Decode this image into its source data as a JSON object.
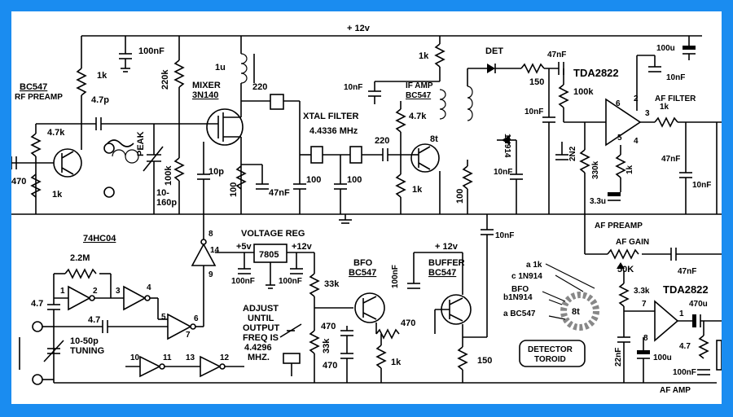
{
  "rails": {
    "supply": "+ 12v"
  },
  "rf_preamp": {
    "transistor": "BC547",
    "title": "RF PREAMP",
    "r1": "4.7k",
    "r2": "1k",
    "r3": "470",
    "c1": "4.7p",
    "rc": "1k"
  },
  "peak": {
    "label": "PEAK",
    "r": "100k",
    "cap": "10-\n160p"
  },
  "mixer": {
    "title": "MIXER",
    "part": "3N140",
    "r_bias": "220k",
    "ind": "1u",
    "c_coup": "220",
    "r_src": "100",
    "c_src": "47nF",
    "c_gate": "10p"
  },
  "decoupling": {
    "c_top": "100nF"
  },
  "xtal_filter": {
    "title": "XTAL FILTER",
    "freq": "4.4336 MHz",
    "c1": "100",
    "c2": "100",
    "c3": "220"
  },
  "if_amp": {
    "title": "IF AMP",
    "part": "BC547",
    "r_top": "1k",
    "c_dec": "10nF",
    "r_b": "4.7k",
    "r_e": "1k",
    "r_ce": "100",
    "turns": "8t"
  },
  "det": {
    "title": "DET",
    "diode": "1N914",
    "r": "150",
    "c1": "47nF",
    "c2": "10nF",
    "c3": "10nF",
    "r2": "100k",
    "c_out": "10nF"
  },
  "tda_top": {
    "title": "TDA2822",
    "cap_big": "100u",
    "cap_small": "10nF",
    "pin6": "6",
    "pin2": "2",
    "pin3": "3",
    "pin5": "5",
    "pin4": "4",
    "c_in": "2N2",
    "r1": "330k",
    "r2": "1k",
    "c_fb": "3.3u",
    "section": "AF PREAMP"
  },
  "af_filter": {
    "title": "AF FILTER",
    "r": "1k",
    "c1": "47nF",
    "c2": "10nF"
  },
  "af_gain": {
    "title": "AF GAIN",
    "pot": "50K",
    "c": "47nF",
    "c_link": "10nF"
  },
  "osc": {
    "chip": "74HC04",
    "r_fb": "2.2M",
    "c1": "4.7",
    "c2": "4.7",
    "tune": "10-50p\nTUNING",
    "pins": [
      "1",
      "2",
      "3",
      "4",
      "5",
      "6",
      "7",
      "8",
      "9",
      "10",
      "11",
      "12",
      "13",
      "14"
    ]
  },
  "vreg": {
    "title": "VOLTAGE REG",
    "part": "7805",
    "in": "+12v",
    "out": "+5v",
    "c1": "100nF",
    "c2": "100nF"
  },
  "bfo": {
    "title": "BFO",
    "part": "BC547",
    "r_top": "33k",
    "r_bot": "33k",
    "c1": "470",
    "c2": "470",
    "note": "ADJUST\nUNTIL\nOUTPUT\nFREQ IS\n4.4296\nMHZ."
  },
  "buffer": {
    "title": "BUFFER",
    "part": "BC547",
    "supply": "+ 12v",
    "c": "100nF",
    "r_link": "470",
    "r_e": "1k",
    "r_out": "150"
  },
  "toroid": {
    "title": "DETECTOR\nTOROID",
    "turns": "8t",
    "legend": [
      "a 1k",
      "c 1N914",
      "BFO",
      "b1N914",
      "a BC547"
    ],
    "pins": [
      "a",
      "b",
      "c"
    ]
  },
  "tda_bottom": {
    "title": "TDA2822",
    "r": "3.3k",
    "pin7": "7",
    "pin8": "8",
    "pin1": "1",
    "c_in": "22nF",
    "c_out": "470u",
    "c_dec": "100u",
    "r_z": "4.7",
    "c_z": "100nF",
    "section": "AF AMP"
  }
}
